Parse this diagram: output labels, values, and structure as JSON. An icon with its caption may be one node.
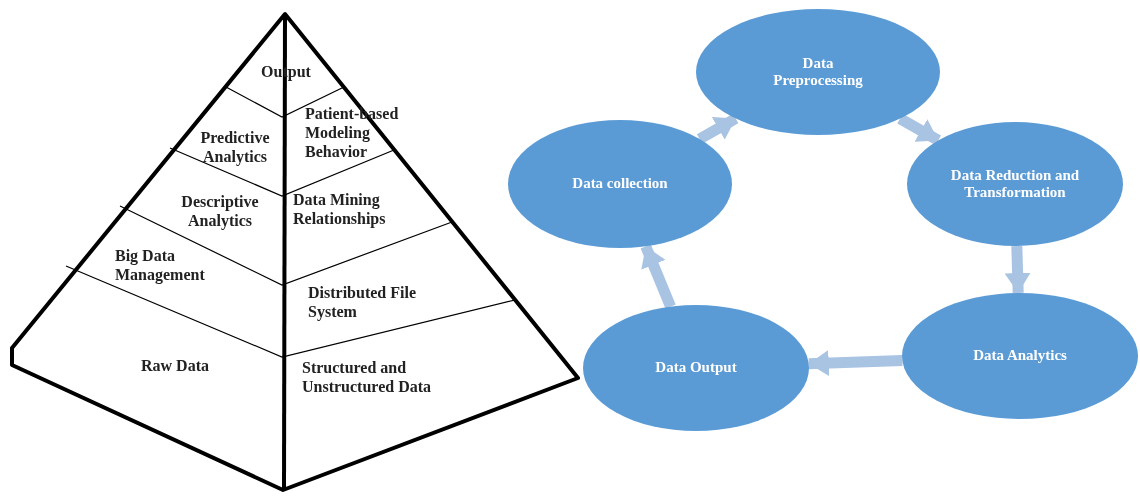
{
  "diagram": {
    "nodes": [
      {
        "text": [
          "Data Preprocessing"
        ]
      },
      {
        "text": [
          "Data collection"
        ]
      },
      {
        "text": [
          "Data Reduction and Transformation"
        ]
      },
      {
        "text": [
          "Data Output"
        ]
      },
      {
        "text": [
          "Data Analytics"
        ]
      }
    ],
    "edges": [
      {
        "from": 1,
        "to": 0,
        "arrow": "to"
      },
      {
        "from": 0,
        "to": 2,
        "arrow": "to"
      },
      {
        "from": 2,
        "to": 4,
        "arrow": "to"
      },
      {
        "from": 4,
        "to": 3,
        "arrow": "to"
      },
      {
        "from": 3,
        "to": 1,
        "arrow": "to"
      }
    ],
    "labels": [
      "Output",
      "Predictive Analytics",
      "Patient-based Modeling Behavior",
      "Descriptive Analytics",
      "Data Mining Relationships",
      "Big Data Management",
      "Distributed File System",
      "Raw Data",
      "Structured and Unstructured Data"
    ]
  }
}
